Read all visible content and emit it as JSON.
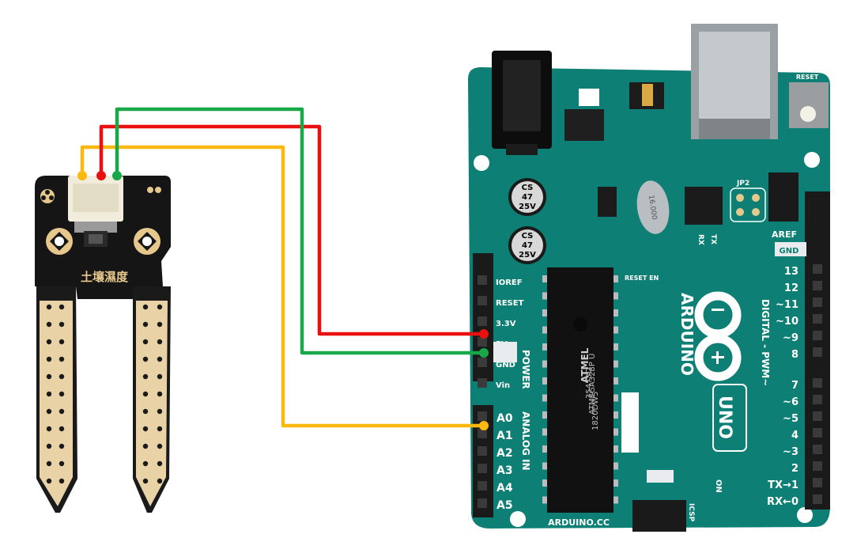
{
  "sensor": {
    "label": "土壤濕度"
  },
  "arduino": {
    "brand": "ARDUINO",
    "model": "UNO",
    "website": "ARDUINO.CC",
    "reset_label": "RESET",
    "aref_label": "AREF",
    "gnd_top_label": "GND",
    "digital_label": "DIGITAL - PWM~",
    "power_label": "POWER",
    "analog_label": "ANALOG IN",
    "icsp_label": "ICSP",
    "on_label": "ON",
    "reset_en_label": "RESET EN",
    "tx_label": "TX",
    "rx_label": "RX",
    "jp2_label": "JP2",
    "crystal_label": "16.000",
    "chip_brand": "ATMEL",
    "chip_text_1": "35473D",
    "chip_text_2": "ATMEGA328P U",
    "chip_text_3": "1820DW5",
    "cap_text": [
      "CS",
      "47",
      "25V"
    ],
    "power_pins": [
      "IOREF",
      "RESET",
      "3.3V",
      "5V",
      "GND",
      "Vin"
    ],
    "analog_pins": [
      "A0",
      "A1",
      "A2",
      "A3",
      "A4",
      "A5"
    ],
    "digital_pins": [
      "13",
      "12",
      "~11",
      "~10",
      "~9",
      "8",
      "7",
      "~6",
      "~5",
      "4",
      "~3",
      "2",
      "TX→1",
      "RX←0"
    ]
  },
  "wires": {
    "power_color": "#e8110f",
    "ground_color": "#18a84a",
    "signal_color": "#fbb80f"
  },
  "colors": {
    "board": "#0e7f74",
    "sensor_pcb": "#151515",
    "gold": "#e7c88c"
  }
}
